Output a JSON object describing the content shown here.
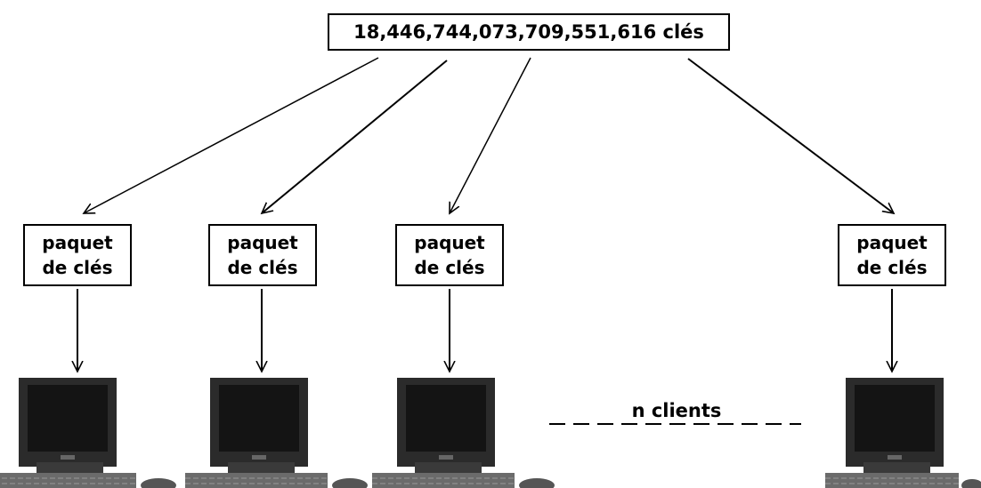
{
  "top_label": "18,446,744,073,709,551,616 clés",
  "packet_label_line1": "paquet",
  "packet_label_line2": "de clés",
  "packets": [
    {
      "id": "1"
    },
    {
      "id": "2"
    },
    {
      "id": "3"
    },
    {
      "id": "4"
    }
  ],
  "clients_label": "n clients",
  "icons": {
    "computer": "computer-icon",
    "arrow": "arrow-down-icon"
  },
  "colors": {
    "line": "#000000",
    "background": "#ffffff",
    "monitor_body": "#2b2b2b",
    "screen": "#141414"
  }
}
